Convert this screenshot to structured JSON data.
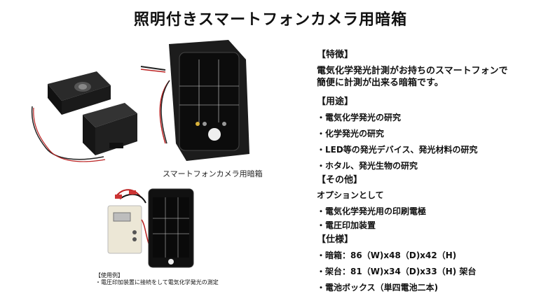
{
  "page": {
    "title": "照明付きスマートフォンカメラ用暗箱",
    "photo_caption": "スマートフォンカメラ用暗箱",
    "usage_heading": "【使用例】",
    "usage_text": "・電圧印加装置に接続をして電気化学発光の測定"
  },
  "specs": {
    "features_heading": "【特徴】",
    "features_text_1": "電気化学発光計測がお持ちのスマートフォンで",
    "features_text_2": "簡便に計測が出来る暗箱です。",
    "uses_heading": "【用途】",
    "uses": [
      "・電気化学発光の研究",
      "・化学発光の研究",
      "・LED等の発光デバイス、発光材料の研究",
      "・ホタル、発光生物の研究"
    ],
    "other_heading": "【その他】",
    "other_intro": "オプションとして",
    "other": [
      "・電気化学発光用の印刷電極",
      "・電圧印加装置"
    ],
    "spec_heading": "【仕様】",
    "spec": [
      "・暗箱：86（W)x48（D)x42（H)",
      "・架台：81（W)x34（D)x33（H) 架台",
      "・電池ボックス（単四電池二本)"
    ]
  }
}
